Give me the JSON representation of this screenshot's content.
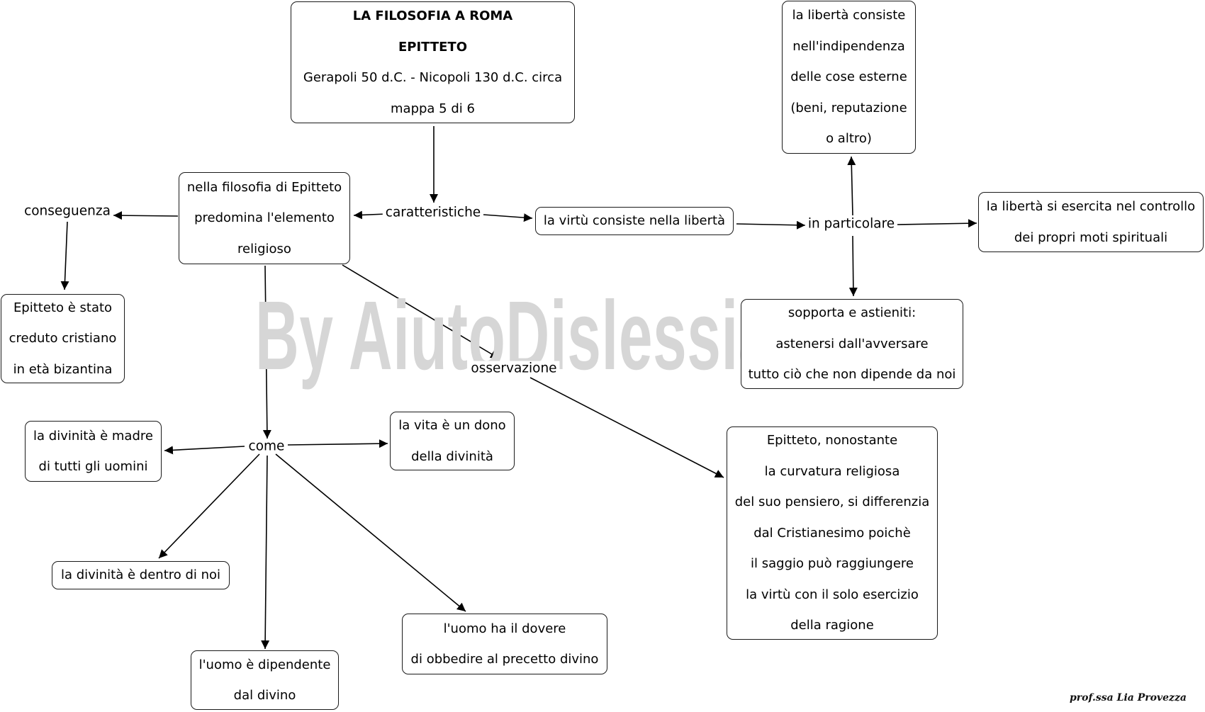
{
  "watermark": "By AiutoDislessia.net",
  "credit": "prof.ssa Lia Provezza",
  "nodes": {
    "title": {
      "line1": "LA FILOSOFIA A ROMA",
      "line2": "EPITTETO",
      "line3": "Gerapoli  50 d.C. - Nicopoli 130 d.C. circa",
      "line4": "mappa 5 di 6"
    },
    "religious": {
      "line1": "nella filosofia di Epitteto",
      "line2": "predomina l'elemento",
      "line3": "religioso"
    },
    "christian": {
      "line1": "Epitteto è stato",
      "line2": "creduto cristiano",
      "line3": "in età bizantina"
    },
    "virtue": {
      "line1": "la virtù consiste nella libertà"
    },
    "independence": {
      "line1": "la libertà consiste",
      "line2": "nell'indipendenza",
      "line3": "delle cose esterne",
      "line4": "(beni, reputazione",
      "line5": "o altro)"
    },
    "control": {
      "line1": "la libertà si esercita nel controllo",
      "line2": "dei propri moti spirituali"
    },
    "sustain": {
      "line1": "sopporta e astieniti:",
      "line2": "astenersi dall'avversare",
      "line3": "tutto ciò che non dipende da noi"
    },
    "difference": {
      "line1": "Epitteto, nonostante",
      "line2": "la curvatura religiosa",
      "line3": "del suo pensiero, si differenzia",
      "line4": "dal Cristianesimo poichè",
      "line5": "il saggio può raggiungere",
      "line6": "la virtù con il solo esercizio",
      "line7": "della ragione"
    },
    "mother": {
      "line1": "la divinità è madre",
      "line2": "di tutti gli uomini"
    },
    "gift": {
      "line1": "la vita è un dono",
      "line2": "della divinità"
    },
    "within": {
      "line1": "la divinità è dentro di noi"
    },
    "dependent": {
      "line1": "l'uomo è dipendente",
      "line2": "dal divino"
    },
    "duty": {
      "line1": "l'uomo ha il dovere",
      "line2": "di obbedire al precetto divino"
    }
  },
  "labels": {
    "caratteristiche": "caratteristiche",
    "conseguenza": "conseguenza",
    "in_particolare": "in particolare",
    "osservazione": "osservazione",
    "come": "come"
  }
}
